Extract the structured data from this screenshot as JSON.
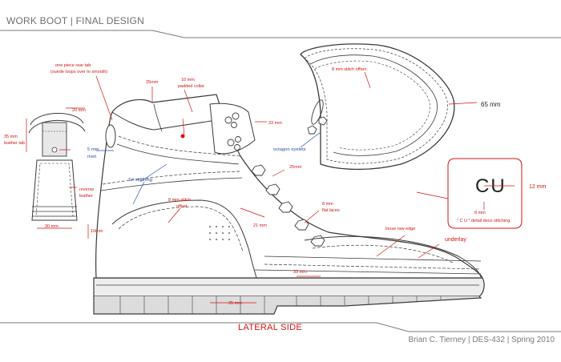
{
  "header": {
    "title": "WORK BOOT | FINAL DESIGN"
  },
  "view": {
    "label": "LATERAL  SIDE"
  },
  "footer": {
    "credit": "Brian C. Tierney | DES-432 | Spring 2010"
  },
  "annotations": {
    "rear_tab_1": "one piece rear tab",
    "rear_tab_2": "(suede loops over to smooth)",
    "collar_width": "25mm",
    "collar_1": "10 mm",
    "collar_2": "padded collar",
    "eyelet_spacing": "33 mm",
    "eyelets": "octagon eyelets",
    "stitch_offset_toe": "8 mm stitch offset",
    "toe_width": "65 mm",
    "tab_width": "20 mm",
    "tab_height_1": "35 mm",
    "tab_height_2": "leather tab",
    "rivet_1": "5 mm",
    "rivet_2": "rivet",
    "reverse_1": "reverse",
    "reverse_2": "leather",
    "base_width": "30 mm",
    "base_height": "10mm",
    "stitching": "S# stitching",
    "stitch_offset_1": "8 mm stitch",
    "stitch_offset_2": "offset",
    "lace_spacing": "25mm",
    "laces_1": "8 mm",
    "laces_2": "flat laces",
    "quarter_width": "21 mm",
    "vamp_width": "33 mm",
    "raw_edge": "loose raw edge",
    "underlay": "underlay",
    "heel_width": "35 mm",
    "cu_letters": "CU",
    "cu_width": "12 mm",
    "cu_height": "8 mm",
    "cu_caption": "\" C U \" detail deco stitching"
  },
  "colors": {
    "accent": "#d41414",
    "callout": "#2b4fa8",
    "line": "#3a3a3a",
    "frame": "#7a7a7a"
  }
}
